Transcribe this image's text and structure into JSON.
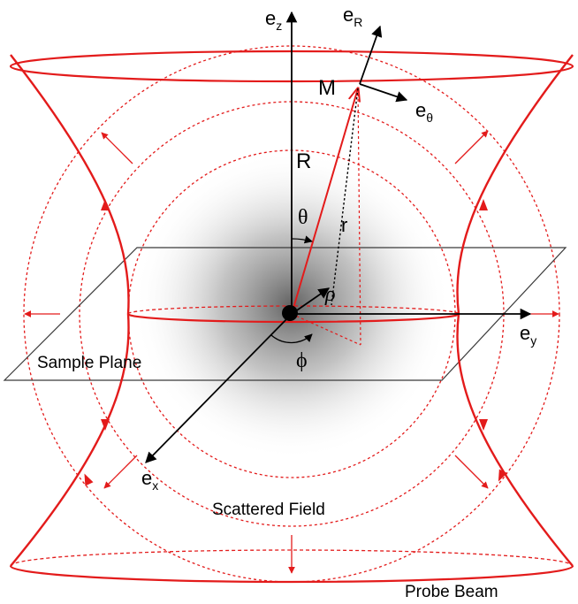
{
  "labels": {
    "ez_main": "e",
    "ez_sub": "z",
    "er_main": "e",
    "er_sub": "R",
    "etheta_main": "e",
    "etheta_sub": "θ",
    "ey_main": "e",
    "ey_sub": "y",
    "ex_main": "e",
    "ex_sub": "x",
    "point_m": "M",
    "radius_R": "R",
    "radius_r": "r",
    "angle_theta": "θ",
    "rho": "ρ",
    "angle_phi": "ϕ",
    "sample_plane": "Sample Plane",
    "scattered_field": "Scattered Field",
    "probe_beam": "Probe Beam"
  },
  "colors": {
    "beam": "#e31b1b",
    "axes": "#000000",
    "plane": "#3a3a3a",
    "shadow": "#6e6e6e"
  }
}
